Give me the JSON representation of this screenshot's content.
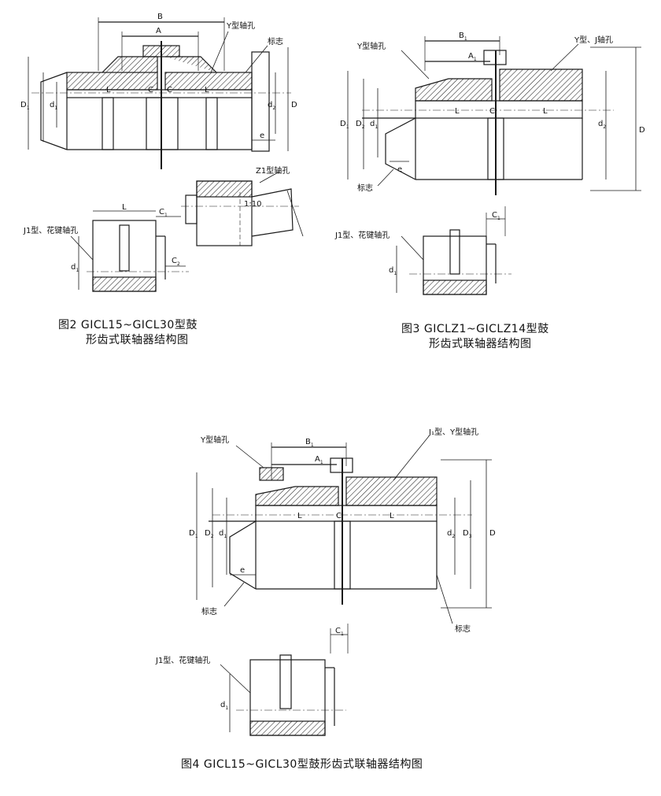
{
  "figures": [
    {
      "id": "fig2",
      "caption_line1": "图2  GICL15~GICL30型鼓",
      "caption_line2": "形齿式联轴器结构图",
      "labels": {
        "y_bore": "Y型轴孔",
        "mark": "标志",
        "z1_bore": "Z1型轴孔",
        "j1_bore": "J1型、花键轴孔",
        "taper": "1:10"
      },
      "dims": {
        "B": "B",
        "A": "A",
        "L": "L",
        "C": "C",
        "D": "D",
        "D1": "D",
        "D1_sub": "1",
        "d1": "d",
        "d1_sub": "1",
        "d2": "d",
        "d2_sub": "2",
        "e": "e",
        "C1": "C",
        "C1_sub": "1",
        "C2": "C",
        "C2_sub": "2"
      }
    },
    {
      "id": "fig3",
      "caption_line1": "图3  GICLZ1~GICLZ14型鼓",
      "caption_line2": "形齿式联轴器结构图",
      "labels": {
        "y_bore": "Y型轴孔",
        "yj_bore": "Y型、J轴孔",
        "mark": "标志",
        "j1_bore": "J1型、花键轴孔"
      },
      "dims": {
        "B1": "B",
        "B1_sub": "1",
        "A1": "A",
        "A1_sub": "1",
        "L": "L",
        "C": "C",
        "D": "D",
        "D1": "D",
        "D1_sub": "1",
        "D2": "D",
        "D2_sub": "2",
        "d1": "d",
        "d1_sub": "1",
        "d2": "d",
        "d2_sub": "2",
        "e": "e",
        "C1": "C",
        "C1_sub": "1"
      }
    },
    {
      "id": "fig4",
      "caption_line1": "图4  GICL15~GICL30型鼓形齿式联轴器结构图",
      "labels": {
        "y_bore": "Y型轴孔",
        "jy_bore": "J₁型、Y型轴孔",
        "mark_left": "标志",
        "mark_right": "标志",
        "j1_bore": "J1型、花键轴孔"
      },
      "dims": {
        "B1": "B",
        "B1_sub": "1",
        "A1": "A",
        "A1_sub": "1",
        "L": "L",
        "C": "C",
        "D": "D",
        "D1": "D",
        "D1_sub": "1",
        "D2": "D",
        "D2_sub": "2",
        "D3": "D",
        "D3_sub": "3",
        "d1": "d",
        "d1_sub": "1",
        "d2": "d",
        "d2_sub": "2",
        "e": "e",
        "C1": "C",
        "C1_sub": "1"
      }
    }
  ]
}
